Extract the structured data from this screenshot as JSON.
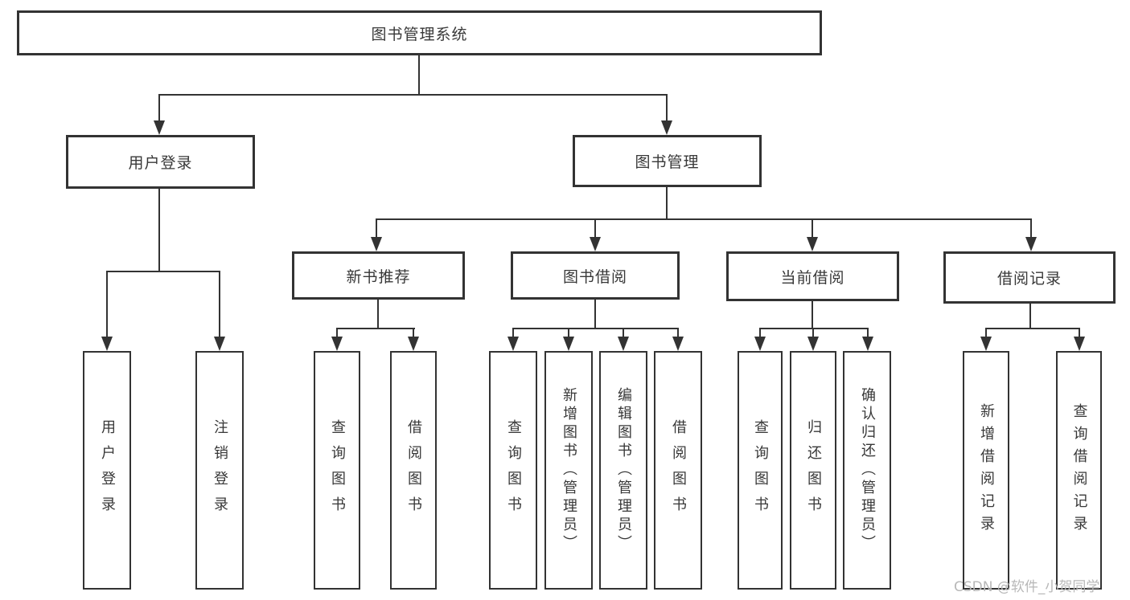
{
  "diagram": {
    "root": {
      "label": "图书管理系统"
    },
    "level2": [
      {
        "label": "用户登录"
      },
      {
        "label": "图书管理"
      }
    ],
    "level3": [
      {
        "label": "新书推荐"
      },
      {
        "label": "图书借阅"
      },
      {
        "label": "当前借阅"
      },
      {
        "label": "借阅记录"
      }
    ],
    "leaves": {
      "user_login": [
        "用户登录",
        "注销登录"
      ],
      "new_books": [
        "查询图书",
        "借阅图书"
      ],
      "book_borrow": [
        "查询图书",
        "新增图书（管理员）",
        "编辑图书（管理员）",
        "借阅图书"
      ],
      "current_borrow": [
        "查询图书",
        "归还图书",
        "确认归还（管理员）"
      ],
      "borrow_records": [
        "新增借阅记录",
        "查询借阅记录"
      ]
    },
    "watermark": "CSDN @软件_小贺同学",
    "colors": {
      "line": "#333333",
      "text": "#383838",
      "watermark_text": "#b8b8b8",
      "background": "#ffffff"
    }
  }
}
